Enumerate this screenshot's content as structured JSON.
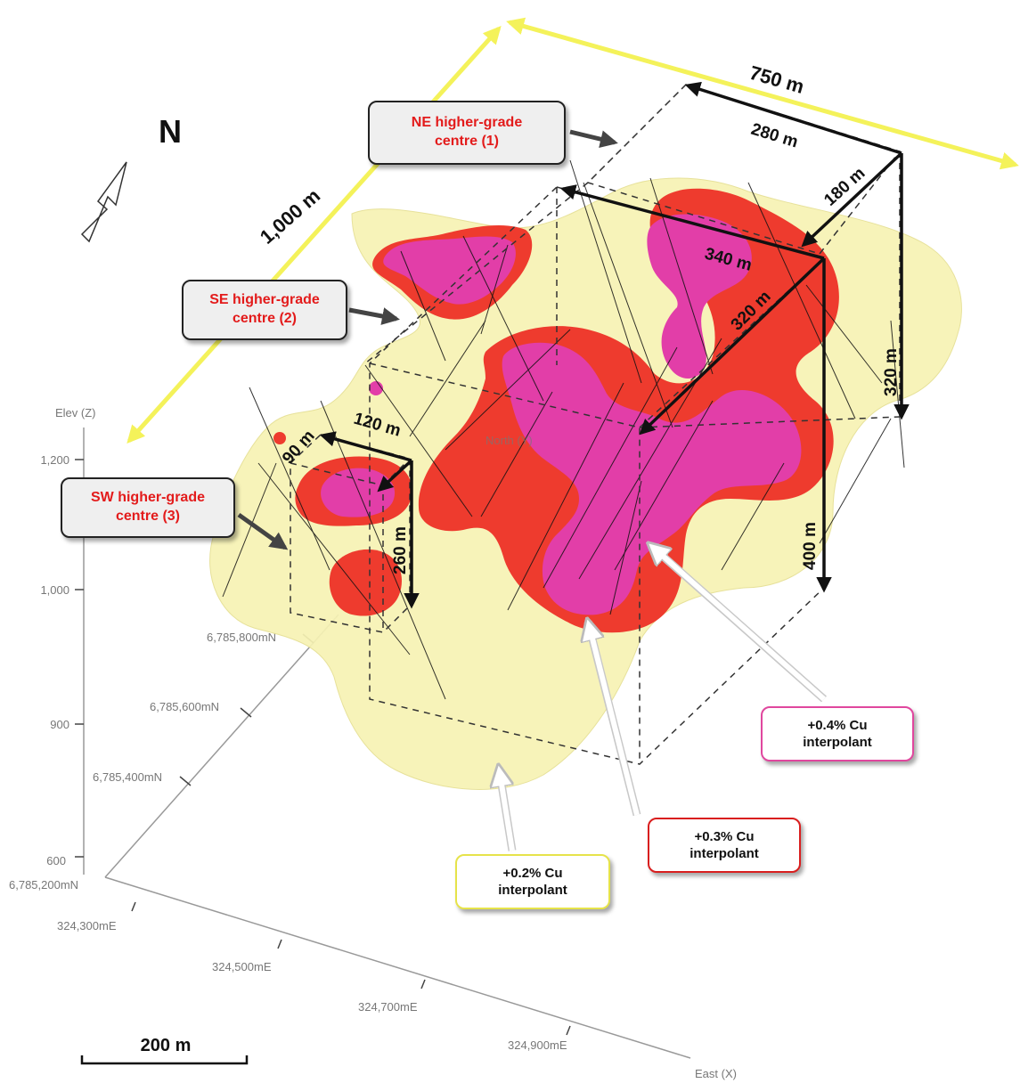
{
  "compass": {
    "label": "N"
  },
  "axes": {
    "elevation_label": "Elev (Z)",
    "elevation_ticks": [
      "1,200",
      "1,000",
      "900",
      "600"
    ],
    "north_label": "North (Y)",
    "north_ticks": [
      "6,785,800mN",
      "6,785,600mN",
      "6,785,400mN",
      "6,785,200mN"
    ],
    "east_label": "East (X)",
    "east_ticks": [
      "324,300mE",
      "324,500mE",
      "324,700mE",
      "324,900mE"
    ]
  },
  "dimensions": {
    "length_1000": "1,000 m",
    "length_750": "750 m",
    "ne_280": "280 m",
    "ne_180": "180 m",
    "ne_340": "340 m",
    "ne_320_diag": "320 m",
    "ne_320_vert": "320 m",
    "se_400": "400 m",
    "sw_120": "120 m",
    "sw_90": "90 m",
    "sw_260": "260 m"
  },
  "callouts": {
    "ne_centre": "NE higher-grade\ncentre (1)",
    "se_centre": "SE higher-grade\ncentre  (2)",
    "sw_centre": "SW higher-grade\ncentre  (3)",
    "cu04": "+0.4% Cu\ninterpolant",
    "cu03": "+0.3% Cu\ninterpolant",
    "cu02": "+0.2% Cu\ninterpolant"
  },
  "scale_bar": {
    "label": "200 m"
  },
  "colors": {
    "cu02_shell": "#f7f3b4",
    "cu03_shell": "#ee3b2e",
    "cu04_shell": "#e23ea8",
    "dimension_yellow": "#f4f25a",
    "centre_label_red": "#e31b1b",
    "cu04_border": "#e0479e",
    "cu03_border": "#d91e1e",
    "cu02_border": "#e6e34a"
  }
}
